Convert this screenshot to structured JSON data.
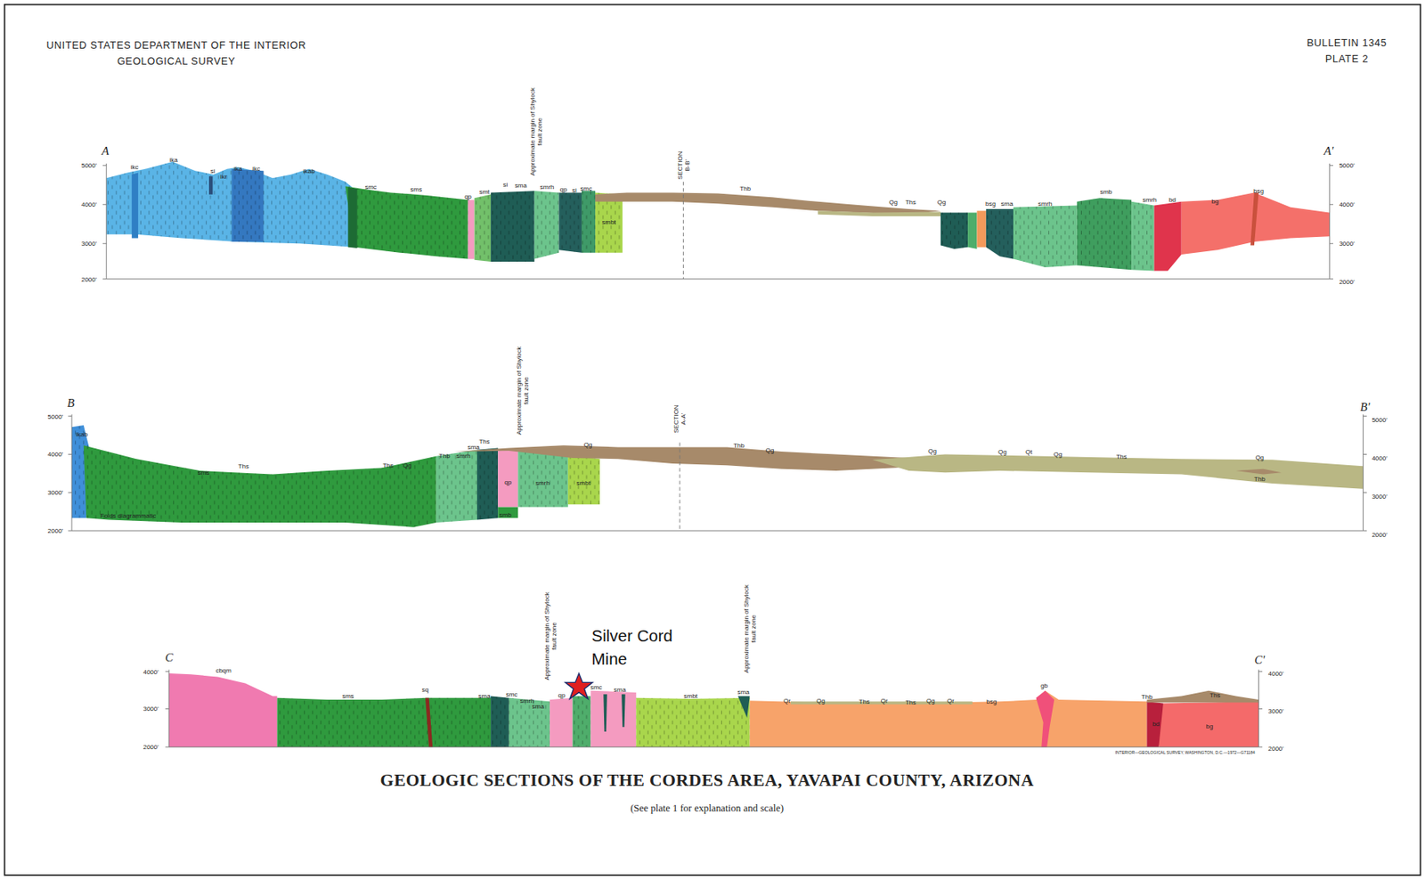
{
  "diagram": {
    "title": "GEOLOGIC SECTIONS OF THE CORDES AREA, YAVAPAI COUNTY, ARIZONA",
    "caption": "(See plate 1 for explanation and scale)",
    "labels": [
      "UNITED STATES DEPARTMENT OF THE INTERIOR",
      "GEOLOGICAL SURVEY",
      "BULLETIN 1345",
      "PLATE 2",
      "A",
      "A'",
      "5000'",
      "4000'",
      "3000'",
      "2000'",
      "5000'",
      "4000'",
      "3000'",
      "2000'",
      "ikc",
      "ika",
      "si",
      "ikr",
      "ika",
      "ikc",
      "ikab",
      "smc",
      "sms",
      "qp",
      "smt",
      "si",
      "sma",
      "smrh",
      "qp",
      "si",
      "smc",
      "smbt",
      "Thb",
      "Qg",
      "Ths",
      "Qg",
      "bsg",
      "sma",
      "smrh",
      "smb",
      "smrh",
      "bd",
      "bg",
      "bsg",
      "Approximate margin of Shylock fault zone",
      "SECTION B-B'",
      "B",
      "B'",
      "5000'",
      "4000'",
      "3000'",
      "2000'",
      "5000'",
      "4000'",
      "3000'",
      "2000'",
      "ikab",
      "sms",
      "Ths",
      "Ths",
      "Qg",
      "Thb",
      "smrh",
      "sma",
      "Ths",
      "qp",
      "smrh",
      "smbt",
      "smb",
      "Qg",
      "Thb",
      "Qg",
      "Qg",
      "Qg",
      "Qt",
      "Qg",
      "Ths",
      "Qg",
      "Thb",
      "Folds diagrammatic",
      "Approximate margin of Shylock fault zone",
      "SECTION A-A'",
      "C",
      "C'",
      "4000'",
      "3000'",
      "2000'",
      "4000'",
      "3000'",
      "2000'",
      "cbqm",
      "sms",
      "sq",
      "sma",
      "smc",
      "smrh",
      "sma",
      "qp",
      "smc",
      "sma",
      "smbt",
      "sma",
      "Qr",
      "Qg",
      "Ths",
      "Qr",
      "Ths",
      "Qg",
      "Qr",
      "bsg",
      "gb",
      "Thb",
      "Ths",
      "bd",
      "bg",
      "Approximate margin of Shylock fault zone",
      "Approximate margin of Shylock fault zone",
      "Silver Cord Mine",
      "INTERIOR—GEOLOGICAL SURVEY, WASHINGTON, D.C.—1972—G71184"
    ]
  }
}
